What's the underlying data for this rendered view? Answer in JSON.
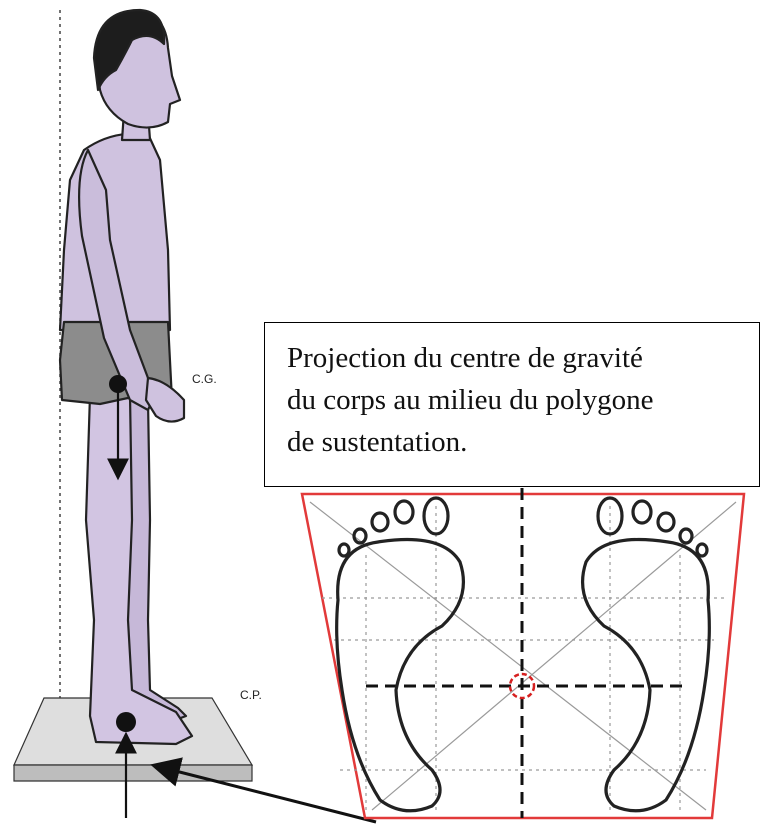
{
  "labels": {
    "center_of_gravity": "C.G.",
    "center_of_pressure": "C.P."
  },
  "caption": {
    "lines": [
      "Projection du centre de gravité",
      "du corps au milieu du polygone",
      "de sustentation."
    ]
  },
  "colors": {
    "skin": "#cfc2df",
    "shorts": "#8c8c8c",
    "platform": "#dcdcdc",
    "polygon_outline": "#e23a3a",
    "center_marker": "#d62020"
  }
}
